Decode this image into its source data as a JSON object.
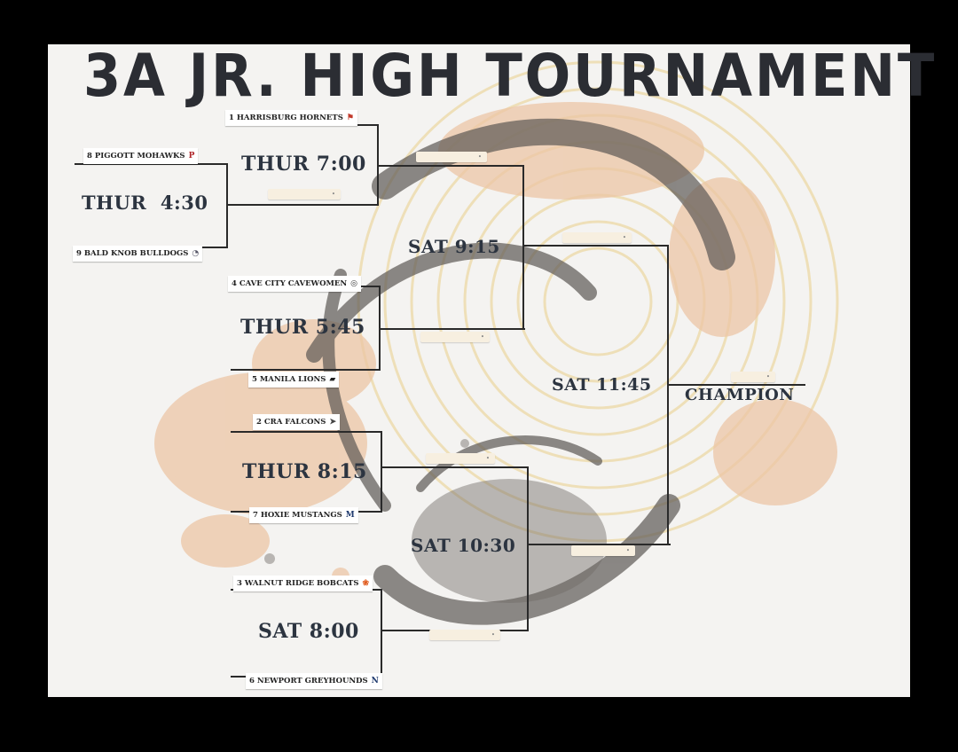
{
  "title": "3A JR. HIGH TOURNAMENT",
  "teams": {
    "harrisburg": {
      "label": "1 HARRISBURG HORNETS",
      "icon": "hornet-icon",
      "glyph": "⚑"
    },
    "piggott": {
      "label": "8 PIGGOTT MOHAWKS",
      "icon": "mohawk-p-icon",
      "glyph": "P"
    },
    "bald_knob": {
      "label": "9 BALD KNOB BULLDOGS",
      "icon": "bulldog-icon",
      "glyph": "◔"
    },
    "cave_city": {
      "label": "4 CAVE CITY CAVEWOMEN",
      "icon": "cave-icon",
      "glyph": "◎"
    },
    "manila": {
      "label": "5 MANILA LIONS",
      "icon": "lion-icon",
      "glyph": "▰"
    },
    "cra": {
      "label": "2 CRA FALCONS",
      "icon": "falcon-icon",
      "glyph": "➤"
    },
    "hoxie": {
      "label": "7 HOXIE MUSTANGS",
      "icon": "mustang-m-icon",
      "glyph": "M"
    },
    "walnut_ridge": {
      "label": "3 WALNUT RIDGE BOBCATS",
      "icon": "bobcat-paw-icon",
      "glyph": "❀"
    },
    "newport": {
      "label": "6 NEWPORT GREYHOUNDS",
      "icon": "greyhound-n-icon",
      "glyph": "N"
    }
  },
  "games": {
    "thur_430": "THUR  4:30",
    "thur_700": "THUR 7:00",
    "thur_545": "THUR 5:45",
    "thur_815": "THUR 8:15",
    "sat_800": "SAT 8:00",
    "sat_915": "SAT 9:15",
    "sat_1030": "SAT 10:30",
    "sat_1145": "SAT 11:45"
  },
  "champion_label": "CHAMPION",
  "colors": {
    "poster_bg": "#f4f3f1",
    "ink": "#2a2a2a",
    "title": "#2b2d33",
    "peach_splatter": "#e8b58e",
    "gold_ring": "#e9d29a",
    "grey_ball": "#6e6a66"
  }
}
